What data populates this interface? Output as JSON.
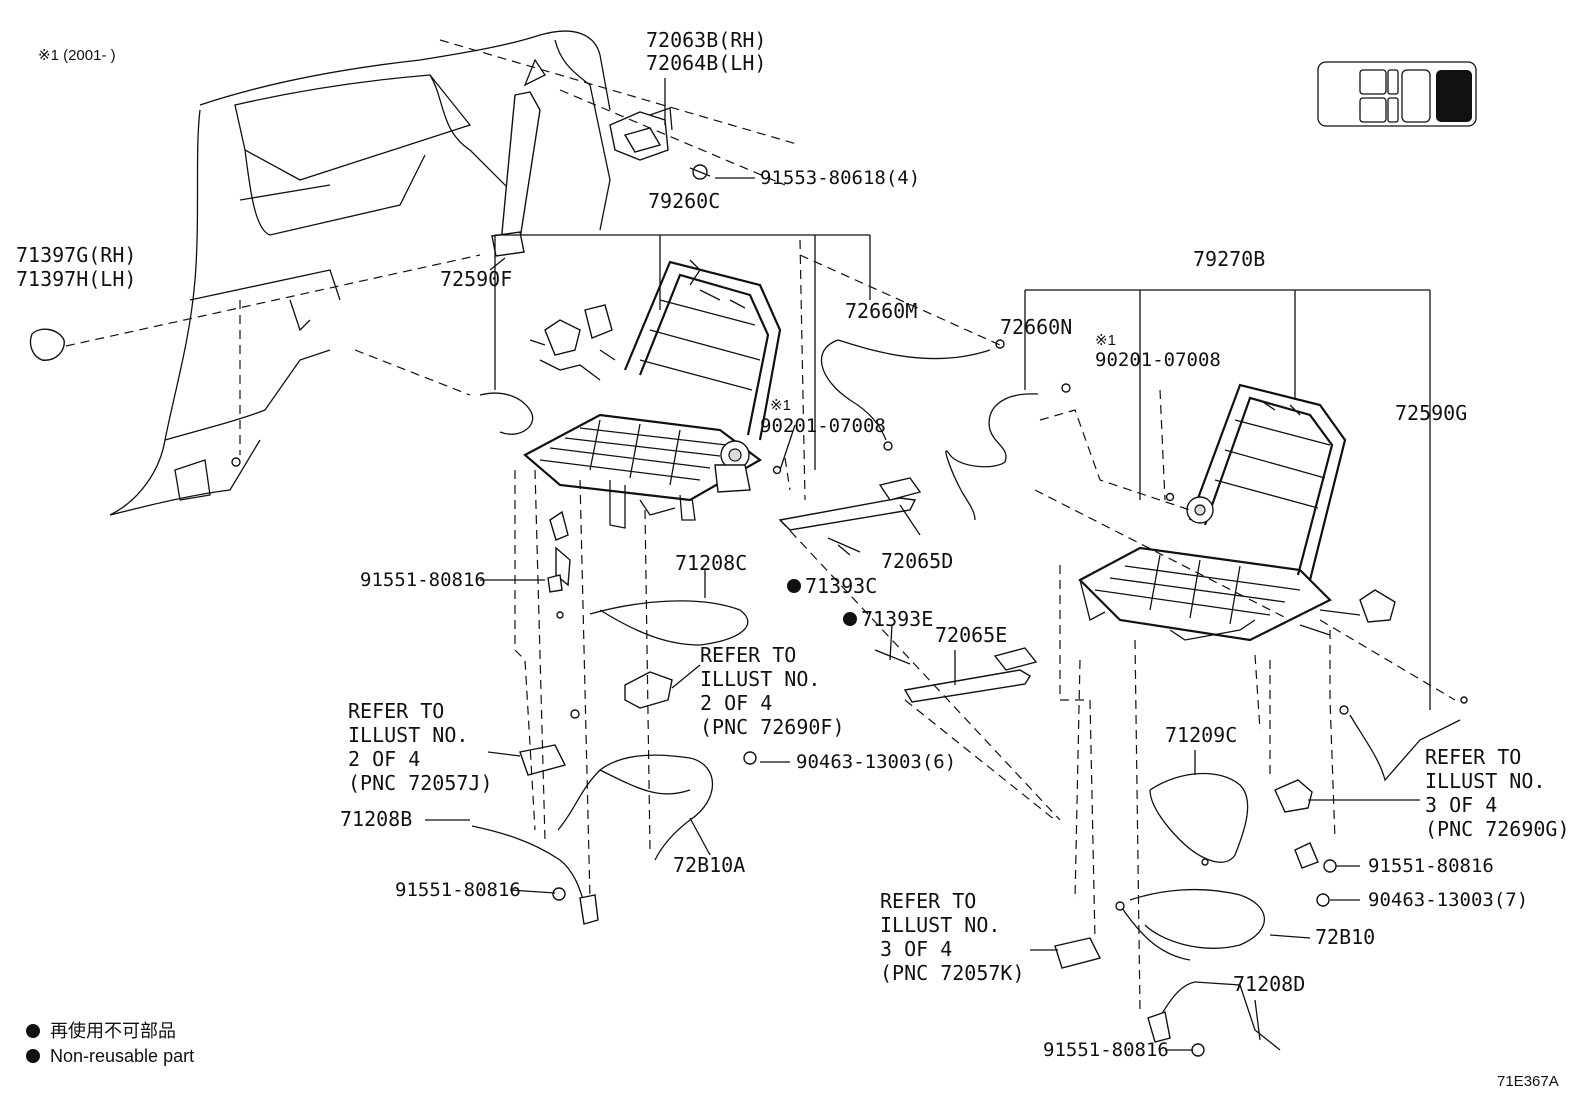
{
  "note": "※1 (2001-      )",
  "illust_code": "71E367A",
  "legend": {
    "item_jp": "再使用不可部品",
    "item_en": "Non-reusable part"
  },
  "callouts": {
    "c72063B": "72063B(RH)",
    "c72064B": "72064B(LH)",
    "c91553": "91553-80618(4)",
    "c79260C": "79260C",
    "c71397G": "71397G(RH)",
    "c71397H": "71397H(LH)",
    "c72590F": "72590F",
    "c72660M": "72660M",
    "c72660N": "72660N",
    "c79270B": "79270B",
    "c_note1a": "※1",
    "c90201a": "90201-07008",
    "c_note1b": "※1",
    "c90201b": "90201-07008",
    "c72590G": "72590G",
    "c72065D": "72065D",
    "c71393C": "71393C",
    "c71393E": "71393E",
    "c72065E": "72065E",
    "c71208C": "71208C",
    "c91551a": "91551-80816",
    "c71208B": "71208B",
    "c91551b": "91551-80816",
    "c90463a": "90463-13003(6)",
    "c72B10A": "72B10A",
    "c71209C": "71209C",
    "c91551c": "91551-80816",
    "c90463b": "90463-13003(7)",
    "c72B10": "72B10",
    "c71208D": "71208D",
    "c91551d": "91551-80816"
  },
  "references": {
    "ref_a": [
      "REFER TO",
      "ILLUST NO.",
      "2 OF 4",
      "(PNC 72690F)"
    ],
    "ref_b": [
      "REFER TO",
      "ILLUST NO.",
      "2 OF 4",
      "(PNC 72057J)"
    ],
    "ref_c": [
      "REFER TO",
      "ILLUST NO.",
      "3 OF 4",
      "(PNC 72690G)"
    ],
    "ref_d": [
      "REFER TO",
      "ILLUST NO.",
      "3 OF 4",
      "(PNC 72057K)"
    ]
  }
}
